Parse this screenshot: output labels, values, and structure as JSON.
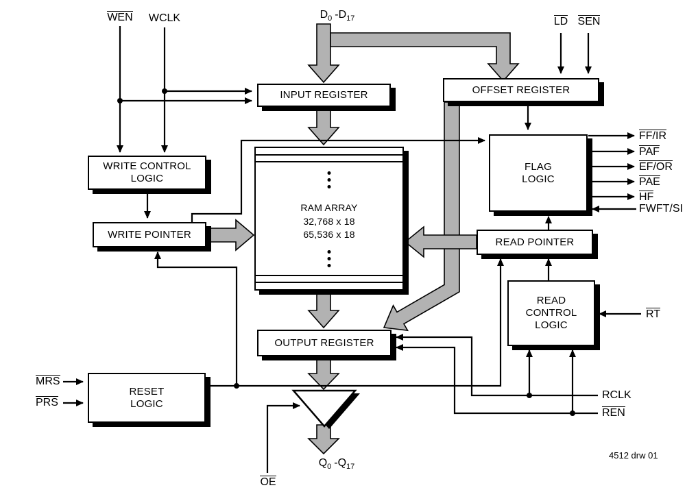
{
  "diagram": {
    "note": "4512 drw 01",
    "blocks": {
      "input_register": "INPUT REGISTER",
      "offset_register": "OFFSET REGISTER",
      "write_control_logic_line1": "WRITE CONTROL",
      "write_control_logic_line2": "LOGIC",
      "write_pointer": "WRITE POINTER",
      "ram_array_line1": "RAM ARRAY",
      "ram_array_line2": "32,768 x 18",
      "ram_array_line3": "65,536 x 18",
      "flag_logic_line1": "FLAG",
      "flag_logic_line2": "LOGIC",
      "read_pointer": "READ POINTER",
      "read_control_logic_line1": "READ",
      "read_control_logic_line2": "CONTROL",
      "read_control_logic_line3": "LOGIC",
      "output_register": "OUTPUT REGISTER",
      "reset_logic_line1": "RESET",
      "reset_logic_line2": "LOGIC"
    },
    "signals": {
      "wen": "WEN",
      "wclk": "WCLK",
      "d_bus_base1": "D",
      "d_bus_sub1": "0",
      "d_bus_base2": "-D",
      "d_bus_sub2": "17",
      "ld": "LD",
      "sen": "SEN",
      "ff_ir": "FF/IR",
      "paf": "PAF",
      "ef_or": "EF/OR",
      "pae": "PAE",
      "hf": "HF",
      "fwft_si": "FWFT/SI",
      "rt": "RT",
      "rclk": "RCLK",
      "ren": "REN",
      "mrs": "MRS",
      "prs": "PRS",
      "oe": "OE",
      "q_bus_base1": "Q",
      "q_bus_sub1": "0",
      "q_bus_base2": "-Q",
      "q_bus_sub2": "17"
    }
  }
}
